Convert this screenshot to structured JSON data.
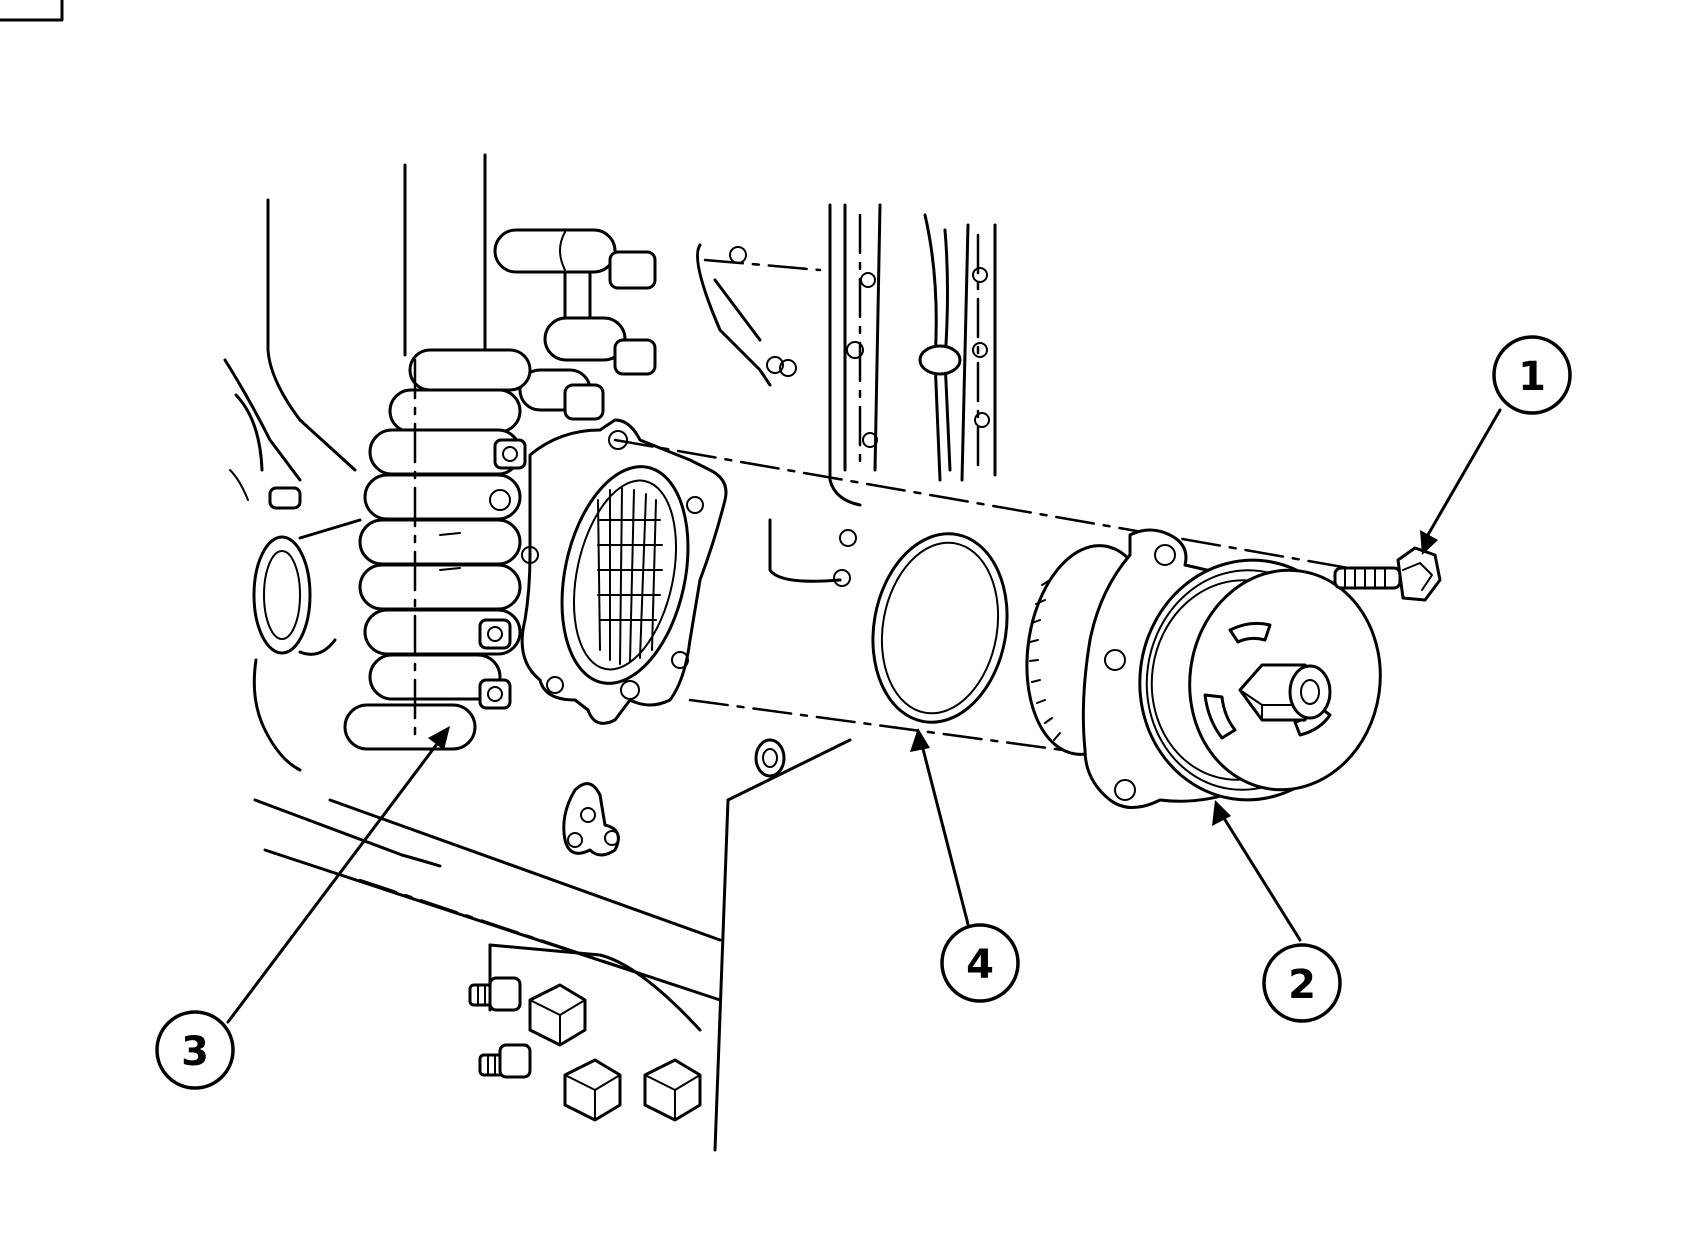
{
  "callouts": [
    {
      "id": "1",
      "label": "1",
      "part": "capscrew"
    },
    {
      "id": "2",
      "label": "2",
      "part": "water-pump"
    },
    {
      "id": "3",
      "label": "3",
      "part": "engine-block-mounting-surface"
    },
    {
      "id": "4",
      "label": "4",
      "part": "seal-ring"
    }
  ]
}
